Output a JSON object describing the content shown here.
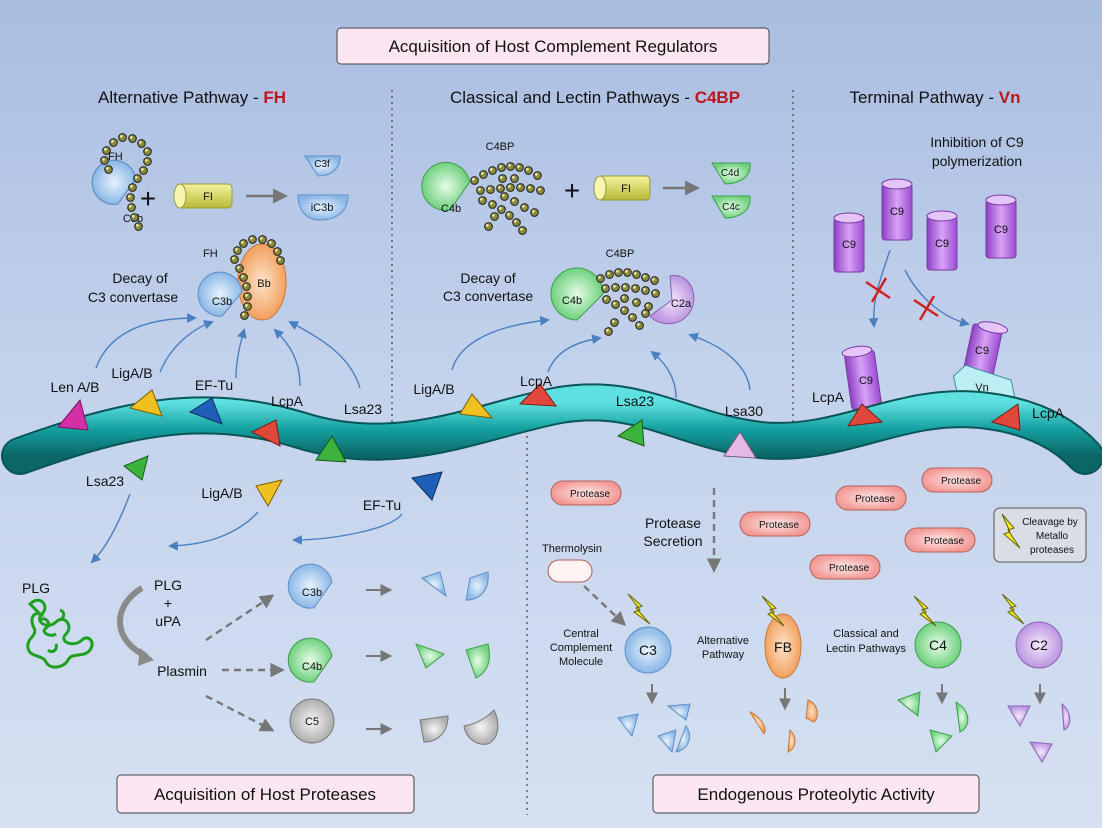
{
  "titles": {
    "top": "Acquisition of Host Complement Regulators",
    "bottom_left": "Acquisition of Host Proteases",
    "bottom_right": "Endogenous Proteolytic Activity"
  },
  "pathways": {
    "alternative": {
      "prefix": "Alternative Pathway - ",
      "regulator": "FH"
    },
    "classical": {
      "prefix": "Classical and Lectin Pathways - ",
      "regulator": "C4BP"
    },
    "terminal": {
      "prefix": "Terminal Pathway - ",
      "regulator": "Vn"
    }
  },
  "alt": {
    "fh": "FH",
    "c3b": "C3b",
    "plus": "+",
    "fi": "FI",
    "c3f": "C3f",
    "ic3b": "iC3b",
    "fh2": "FH",
    "bb": "Bb",
    "c3b2": "C3b",
    "decay1": "Decay of",
    "decay2": "C3 convertase"
  },
  "cls": {
    "c4bp": "C4BP",
    "c4b": "C4b",
    "plus": "+",
    "fi": "FI",
    "c4d": "C4d",
    "c4c": "C4c",
    "c4bp2": "C4BP",
    "c4b2": "C4b",
    "c2a": "C2a",
    "decay1": "Decay of",
    "decay2": "C3 convertase"
  },
  "term": {
    "inhib1": "Inhibition of C9",
    "inhib2": "polymerization",
    "c9": "C9",
    "vn": "Vn"
  },
  "receptors": {
    "lenab": "Len A/B",
    "ligab1": "LigA/B",
    "eftu1": "EF-Tu",
    "lcpa1": "LcpA",
    "lsa23a": "Lsa23",
    "ligab2": "LigA/B",
    "lcpa2": "LcpA",
    "lsa23b": "Lsa23",
    "lsa30": "Lsa30",
    "lcpa3": "LcpA",
    "lcpa4": "LcpA",
    "lsa23c": "Lsa23",
    "ligab3": "LigA/B",
    "eftu2": "EF-Tu"
  },
  "host_proteases": {
    "plg": "PLG",
    "plg2": "PLG",
    "plus": "+",
    "upa": "uPA",
    "plasmin": "Plasmin",
    "c3b": "C3b",
    "c4b": "C4b",
    "c5": "C5"
  },
  "endogenous": {
    "protease": "Protease",
    "secretion1": "Protease",
    "secretion2": "Secretion",
    "thermolysin": "Thermolysin",
    "central1": "Central",
    "central2": "Complement",
    "central3": "Molecule",
    "altpath1": "Alternative",
    "altpath2": "Pathway",
    "classical1": "Classical and",
    "classical2": "Lectin Pathways",
    "c3": "C3",
    "fb": "FB",
    "c4": "C4",
    "c2": "C2",
    "legend1": "Cleavage by",
    "legend2": "Metallo",
    "legend3": "proteases"
  },
  "colors": {
    "c3": "#9dc3ec",
    "c4": "#8ee09a",
    "c5": "#c8c8c8",
    "fb": "#f7b47a",
    "c2": "#c9a8e6",
    "c9": "#b56fe0",
    "protease": "#f49e9a",
    "fi": "#dcdc64",
    "membrane": "#1aa6a6",
    "pink": "#d42fa6",
    "yellow": "#f0c020",
    "blue": "#1f5fb8",
    "red": "#e0483c",
    "green": "#3cb33c",
    "lilac": "#e6b8e6"
  }
}
